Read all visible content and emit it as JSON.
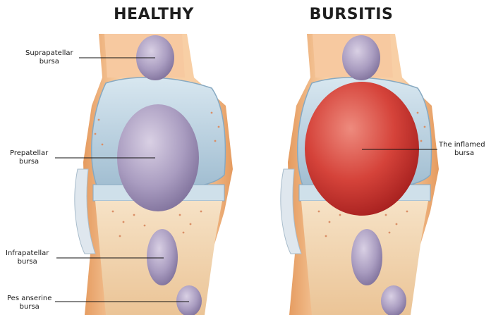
{
  "panels": {
    "healthy": {
      "title": "HEALTHY"
    },
    "bursitis": {
      "title": "BURSITIS"
    }
  },
  "labels": {
    "suprapatellar": {
      "line1": "Suprapatellar",
      "line2": "bursa"
    },
    "prepatellar": {
      "line1": "Prepatellar",
      "line2": "bursa"
    },
    "infrapatellar": {
      "line1": "Infrapatellar",
      "line2": "bursa"
    },
    "pes_anserine": {
      "line1": "Pes anserine",
      "line2": "bursa"
    },
    "inflamed": {
      "line1": "The inflamed",
      "line2": "bursa"
    }
  },
  "colors": {
    "skin": "#f6c79a",
    "skin_dark": "#e9a56c",
    "bone": "#f3d7b4",
    "cartilage": "#bcd3e3",
    "bursa": "#a89bbd",
    "inflamed": "#cf3b34"
  }
}
